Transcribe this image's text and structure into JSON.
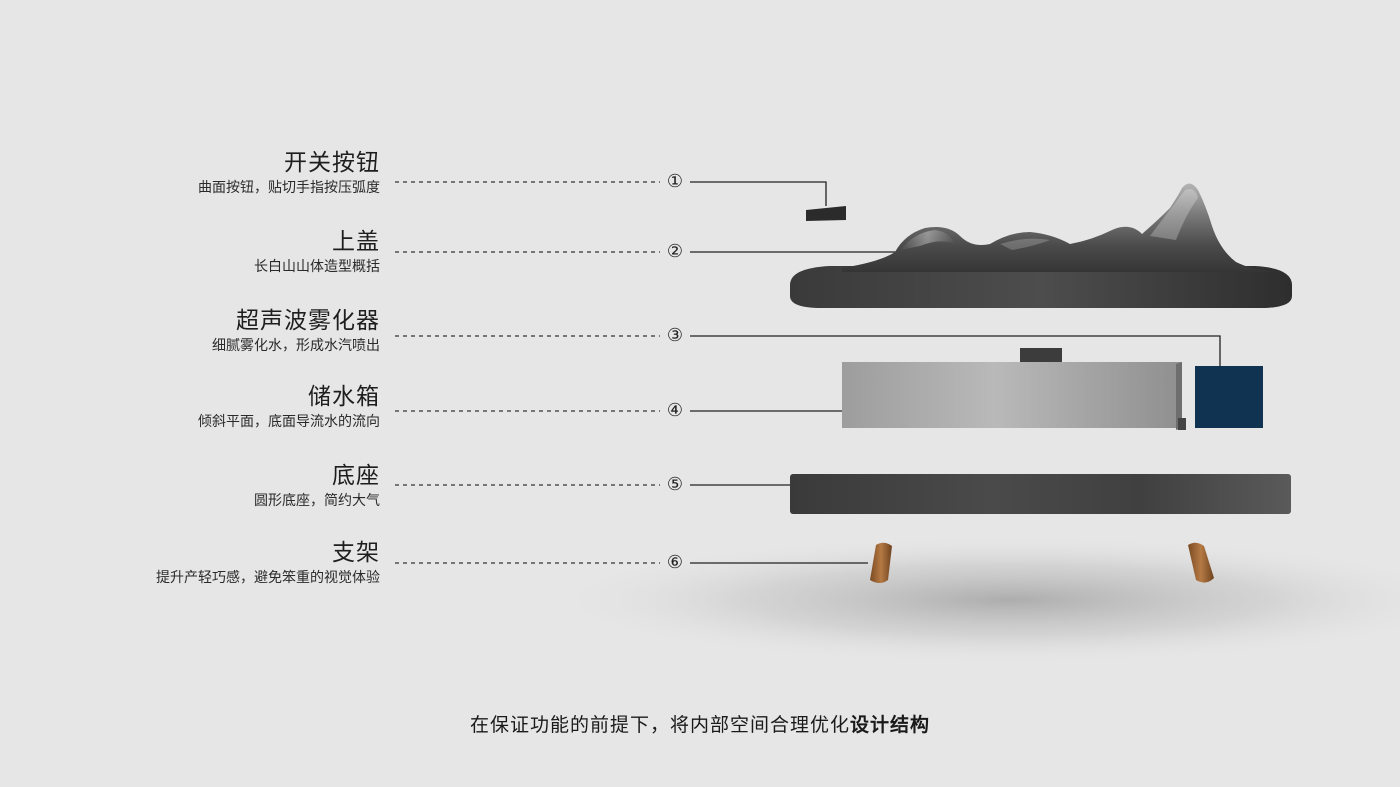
{
  "parts": [
    {
      "index": "①",
      "title": "开关按钮",
      "desc": "曲面按钮，贴切手指按压弧度"
    },
    {
      "index": "②",
      "title": "上盖",
      "desc": "长白山山体造型概括"
    },
    {
      "index": "③",
      "title": "超声波雾化器",
      "desc": "细腻雾化水，形成水汽喷出"
    },
    {
      "index": "④",
      "title": "储水箱",
      "desc": "倾斜平面，底面导流水的流向"
    },
    {
      "index": "⑤",
      "title": "底座",
      "desc": "圆形底座，简约大气"
    },
    {
      "index": "⑥",
      "title": "支架",
      "desc": "提升产轻巧感，避免笨重的视觉体验"
    }
  ],
  "caption": {
    "main": "在保证功能的前提下，将内部空间合理优化",
    "emphasis": "设计结构"
  },
  "colors": {
    "background": "#e6e6e6",
    "atomizer": "#0f3350",
    "leg": "#a06a3a"
  }
}
